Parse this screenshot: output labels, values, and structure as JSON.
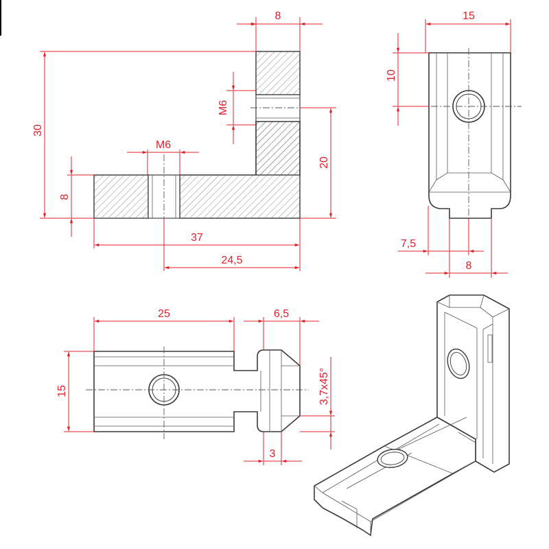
{
  "colors": {
    "dimension": "#e0202a",
    "outline": "#3a3a3a",
    "hatch": "#555555"
  },
  "side_view": {
    "dims": {
      "width_top": "8",
      "height_total": "30",
      "thread_vertical": "M6",
      "thread_horizontal": "M6",
      "height_base": "8",
      "height_upper": "20",
      "length_total": "37",
      "length_offset": "24,5"
    }
  },
  "end_view": {
    "dims": {
      "width": "15",
      "hole_height": "10",
      "offset_left": "7,5",
      "slot_width": "8"
    }
  },
  "top_view": {
    "dims": {
      "length": "25",
      "tab_length": "6,5",
      "width": "15",
      "chamfer": "3,7x45°",
      "tab_step": "3"
    }
  },
  "iso_view": {}
}
